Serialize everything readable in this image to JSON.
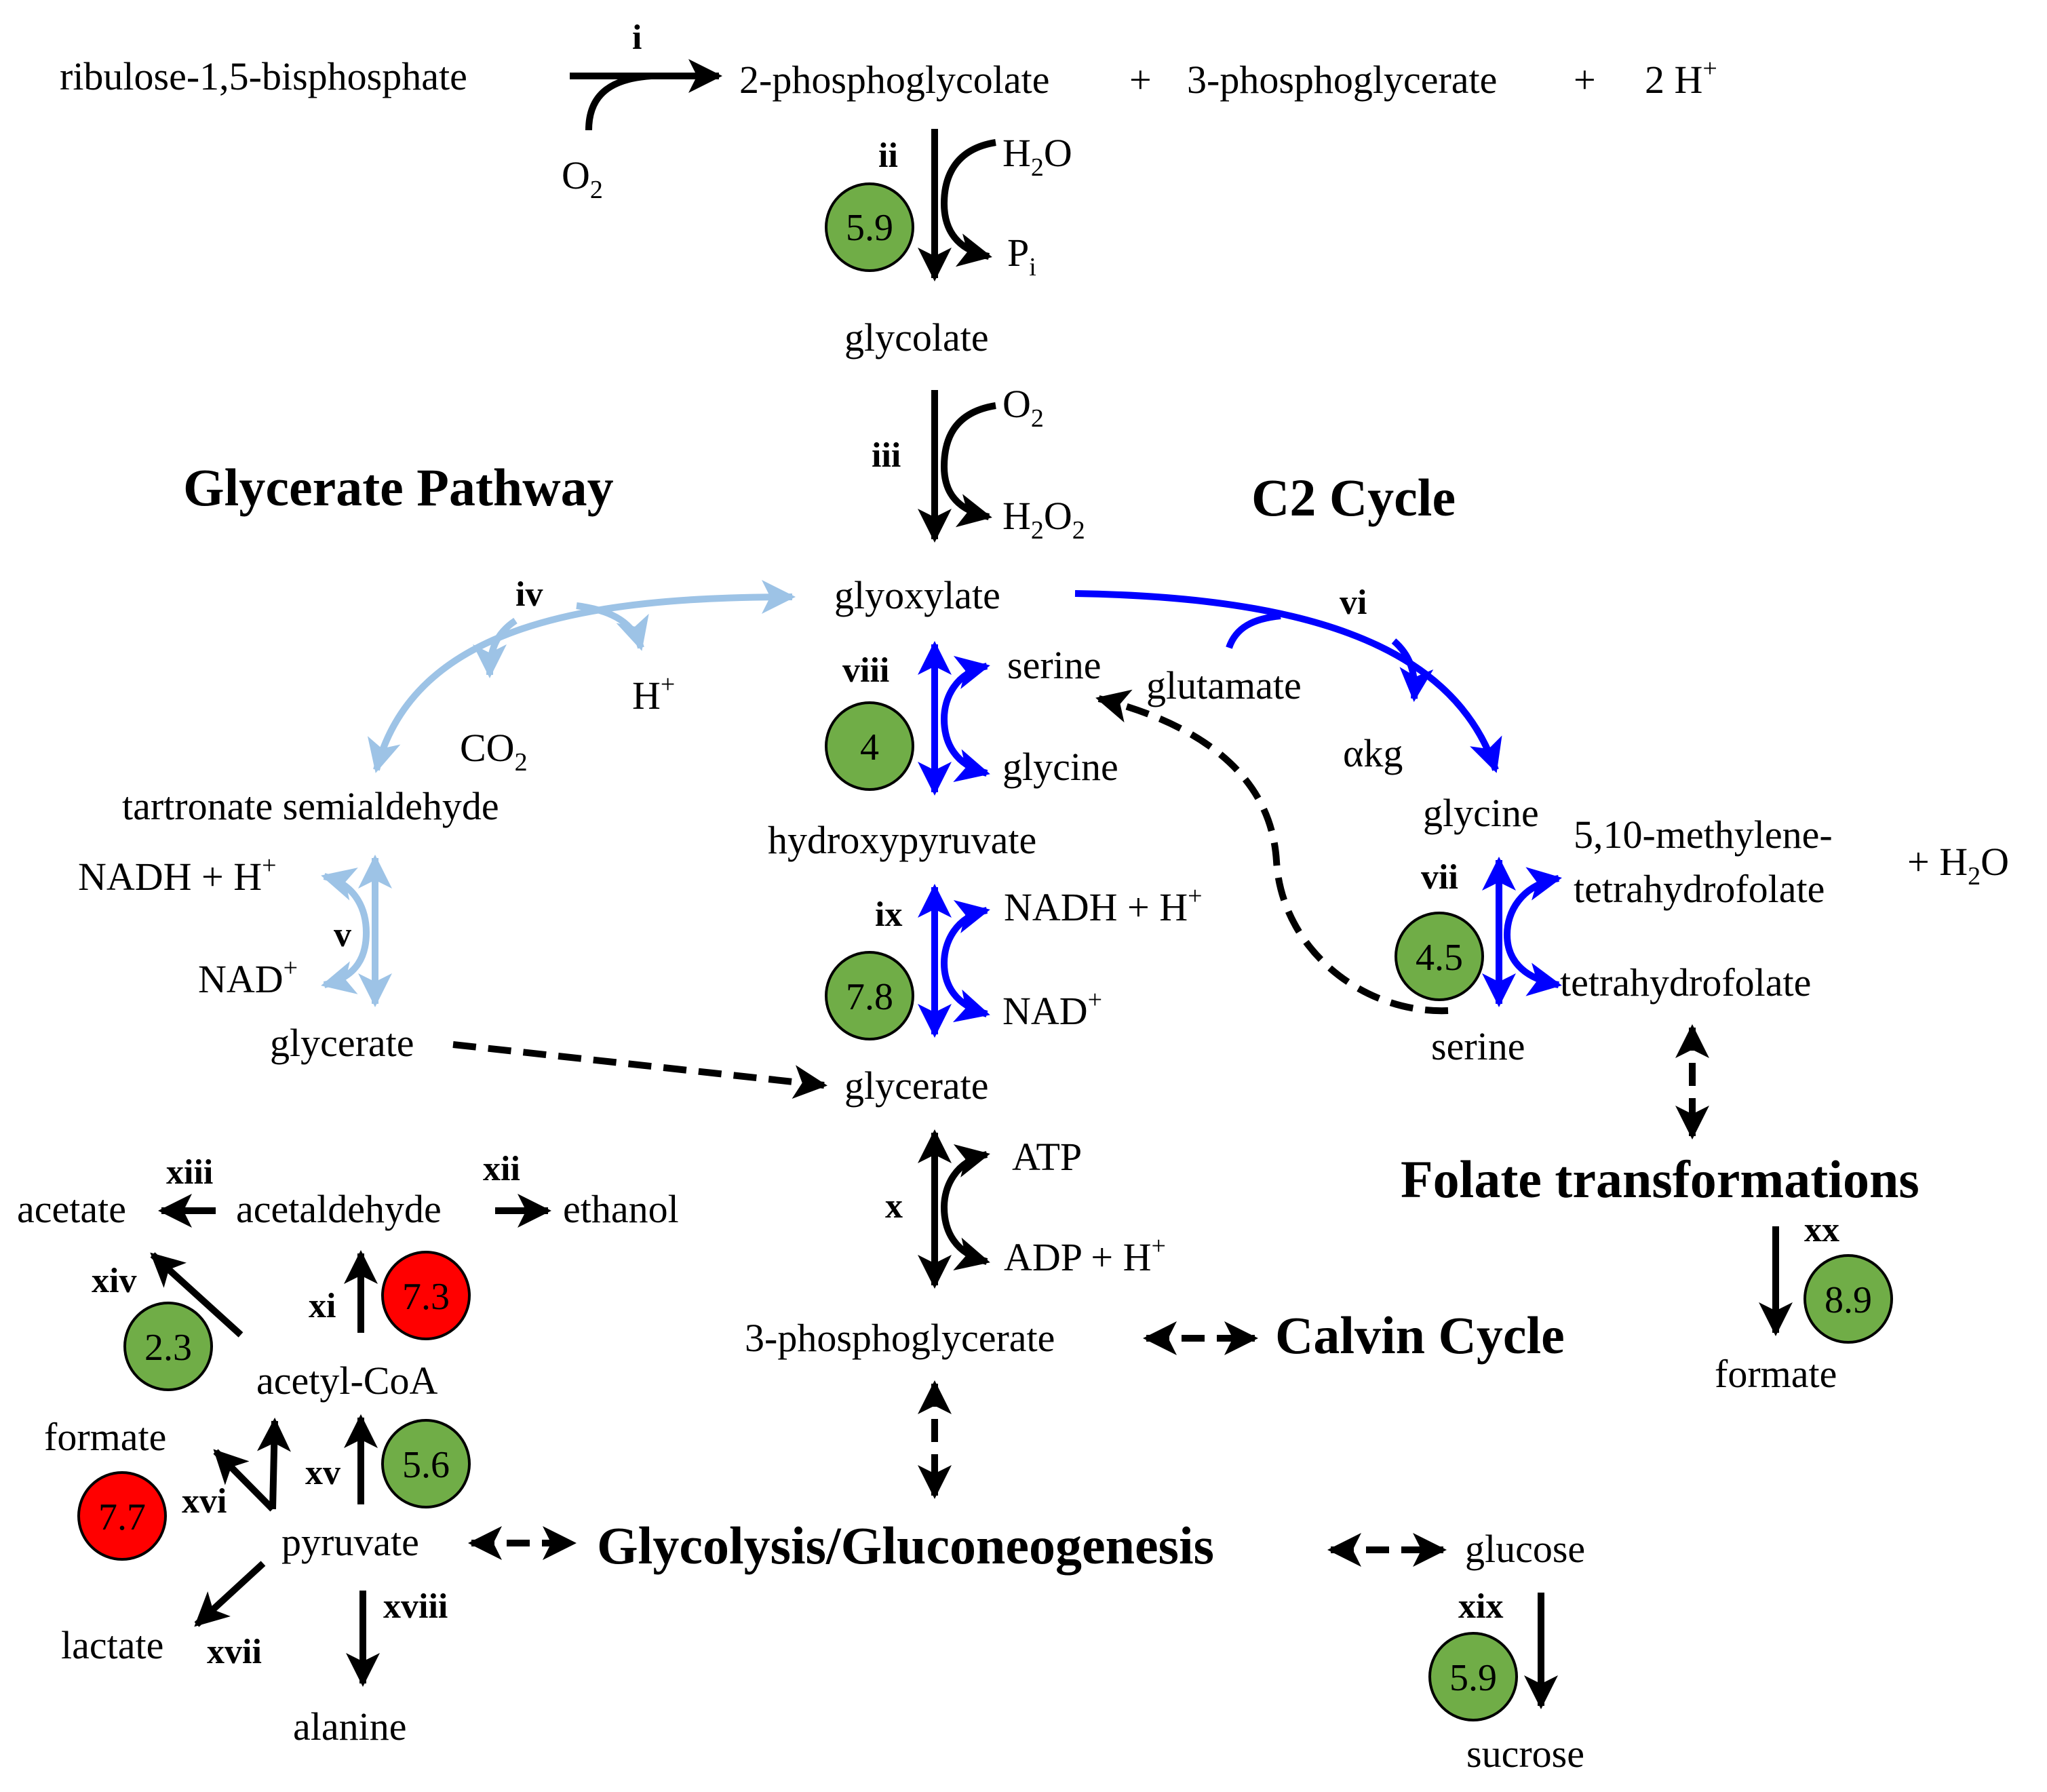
{
  "headings": {
    "glycerate_pathway": "Glycerate Pathway",
    "c2_cycle": "C2 Cycle",
    "folate_transformations": "Folate transformations",
    "calvin_cycle": "Calvin Cycle",
    "glycolysis": "Glycolysis/Gluconeogenesis"
  },
  "metabolites": {
    "rubp": "ribulose-1,5-bisphosphate",
    "o2_i": "O",
    "o2_i_sub": "2",
    "p_glycolate": "2-phosphoglycolate",
    "plus1": "+",
    "p_glycerate_top": "3-phosphoglycerate",
    "plus2": "+",
    "two_h": "2 H",
    "two_h_sup": "+",
    "h2o_ii_a": "H",
    "h2o_ii_sub": "2",
    "h2o_ii_b": "O",
    "pi_a": "P",
    "pi_sub": "i",
    "glycolate": "glycolate",
    "o2_iii": "O",
    "o2_iii_sub": "2",
    "h2o2_a": "H",
    "h2o2_sub1": "2",
    "h2o2_b": "O",
    "h2o2_sub2": "2",
    "glyoxylate": "glyoxylate",
    "h_iv": "H",
    "h_iv_sup": "+",
    "co2_iv": "CO",
    "co2_iv_sub": "2",
    "tartronate": "tartronate semialdehyde",
    "nadh_v": "NADH + H",
    "nadh_v_sup": "+",
    "nad_v": "NAD",
    "nad_v_sup": "+",
    "glycerate_left": "glycerate",
    "serine_viii": "serine",
    "glycine_viii": "glycine",
    "glutamate": "glutamate",
    "akg": "αkg",
    "hydroxypyruvate": "hydroxypyruvate",
    "nadh_ix": "NADH + H",
    "nadh_ix_sup": "+",
    "nad_ix": "NAD",
    "nad_ix_sup": "+",
    "glycerate_center": "glycerate",
    "glycine_vii": "glycine",
    "methylene_1": "5,10-methylene-",
    "methylene_2": "tetrahydrofolate",
    "h2o_vii_a": "+ H",
    "h2o_vii_sub": "2",
    "h2o_vii_b": "O",
    "thf": "tetrahydrofolate",
    "serine_vii": "serine",
    "atp": "ATP",
    "adp": "ADP + H",
    "adp_sup": "+",
    "pga": "3-phosphoglycerate",
    "acetate": "acetate",
    "acetaldehyde": "acetaldehyde",
    "ethanol": "ethanol",
    "acetyl_coa": "acetyl-CoA",
    "formate_left": "formate",
    "pyruvate": "pyruvate",
    "lactate": "lactate",
    "alanine": "alanine",
    "glucose": "glucose",
    "sucrose": "sucrose",
    "formate_right": "formate"
  },
  "reactions": {
    "i": "i",
    "ii": "ii",
    "iii": "iii",
    "iv": "iv",
    "v": "v",
    "vi": "vi",
    "vii": "vii",
    "viii": "viii",
    "ix": "ix",
    "x": "x",
    "xi": "xi",
    "xii": "xii",
    "xiii": "xiii",
    "xiv": "xiv",
    "xv": "xv",
    "xvi": "xvi",
    "xvii": "xvii",
    "xviii": "xviii",
    "xix": "xix",
    "xx": "xx"
  },
  "values": {
    "ii": "5.9",
    "viii": "4",
    "vii": "4.5",
    "ix": "7.8",
    "xi": "7.3",
    "xiv": "2.3",
    "xv": "5.6",
    "xvi": "7.7",
    "xix": "5.9",
    "xx": "8.9"
  },
  "colors": {
    "c2_cycle_arrows": "#0000ff",
    "glycerate_pathway_arrows": "#9dc3e6",
    "badge_green": "#70ad47",
    "badge_red": "#ff0000",
    "arrows_default": "#000000"
  }
}
